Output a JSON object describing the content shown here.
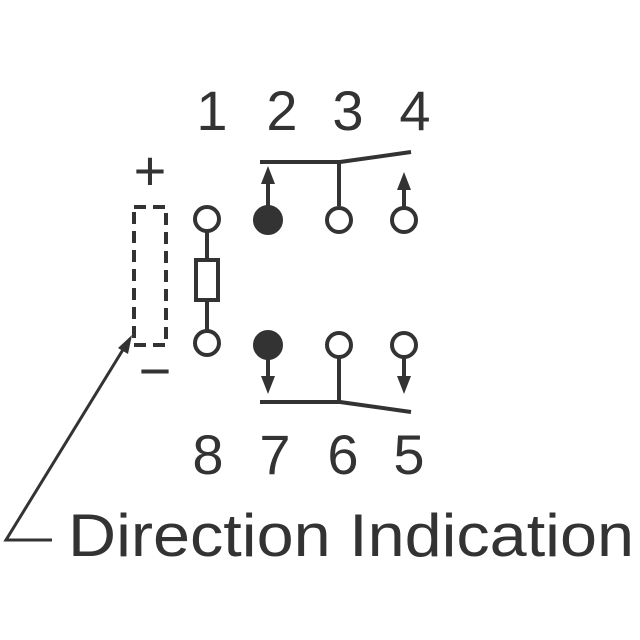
{
  "top_pins": [
    "1",
    "2",
    "3",
    "4"
  ],
  "bottom_pins": [
    "8",
    "7",
    "6",
    "5"
  ],
  "polarity": {
    "plus": "+",
    "minus": "−"
  },
  "caption": "Direction Indication",
  "colors": {
    "ink": "#333333",
    "background": "#ffffff"
  }
}
